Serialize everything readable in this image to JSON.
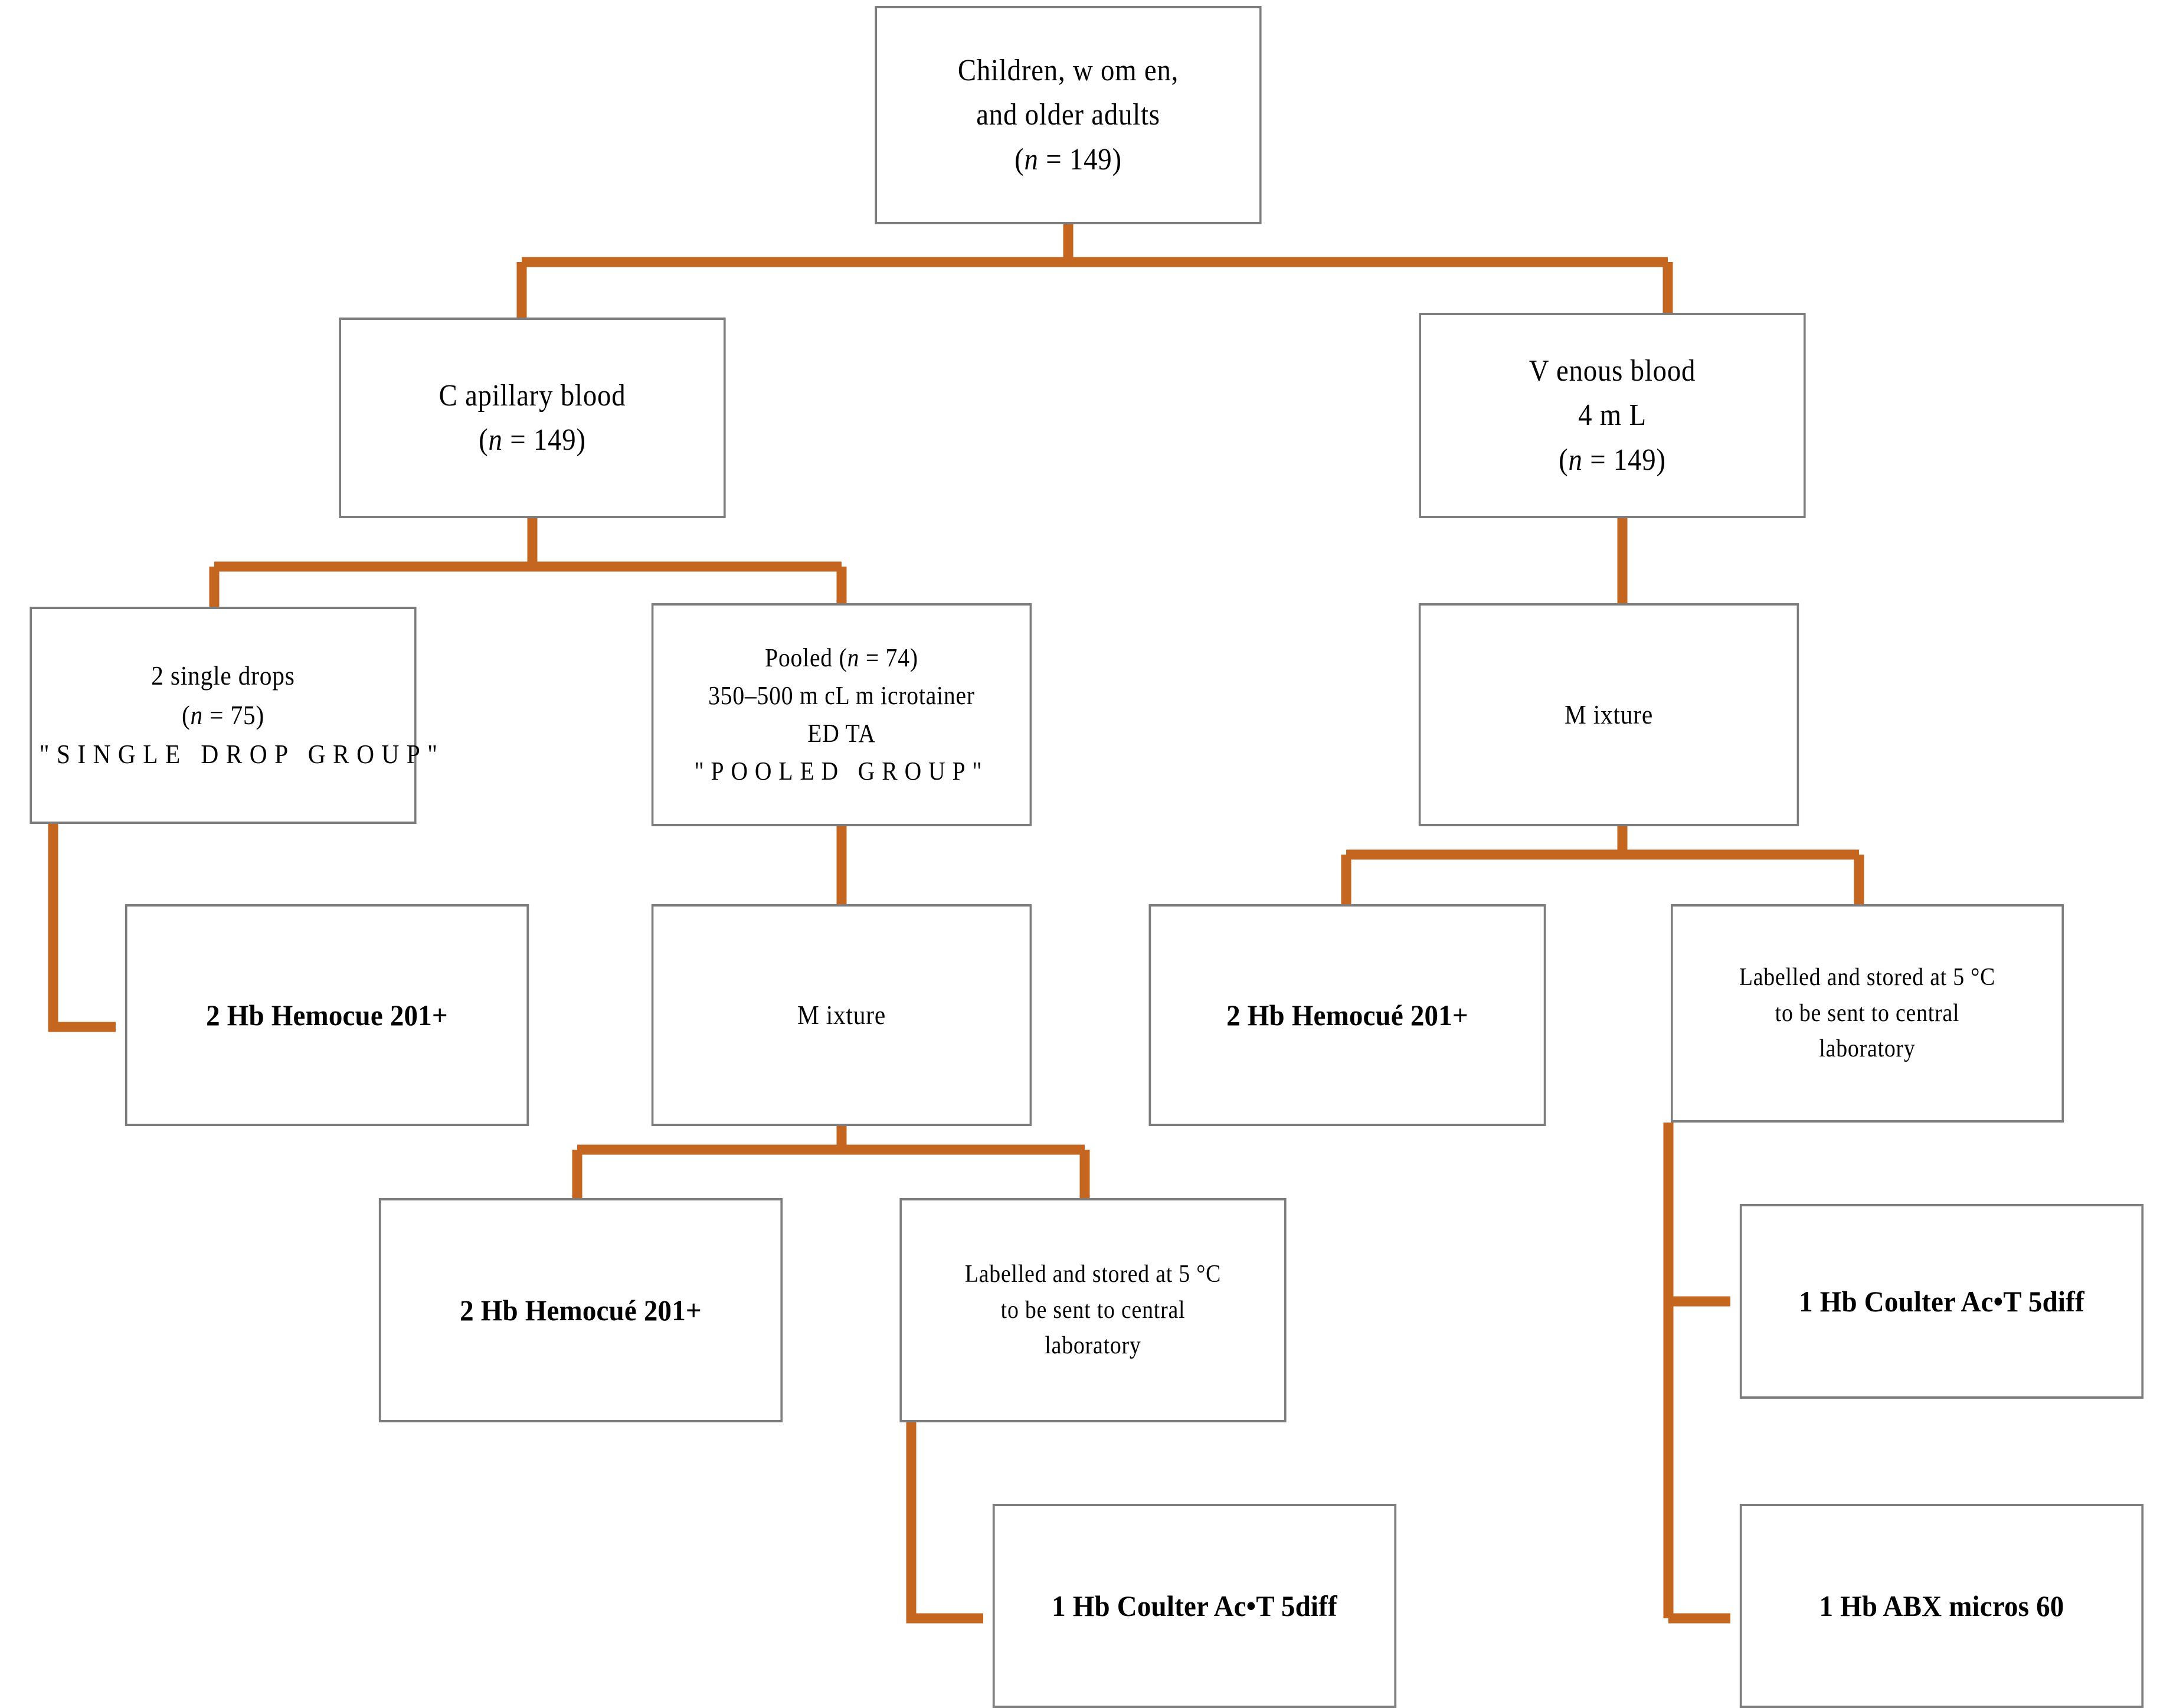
{
  "figure": {
    "type": "flowchart",
    "title": "Blood sampling and haemoglobin measurement flow diagram",
    "connector_color": "#C4661F",
    "box_border_color": "#7D7D7D",
    "background": "#FFFFFF"
  },
  "nodes": {
    "root": {
      "id": "children-women-older-adults",
      "lines": [
        "Children, w om en,",
        "and older adults",
        "(n = 149)"
      ],
      "l1": "Children, w om en,",
      "l2": "and older adults",
      "l3a": "(",
      "l3b": "n",
      "l3c": " = 149)"
    },
    "capillary": {
      "id": "capillary-blood",
      "l1": "C apillary blood",
      "l2a": "(",
      "l2b": "n",
      "l2c": " = 149)"
    },
    "venous": {
      "id": "venous-blood",
      "l1": "V enous blood",
      "l2": "4 m L",
      "l3a": "(",
      "l3b": "n",
      "l3c": " = 149)"
    },
    "single_drops": {
      "id": "two-single-drops",
      "l1": "2 single drops",
      "l2a": "(",
      "l2b": "n",
      "l2c": " = 75)",
      "l3": "\"SINGLE DROP GROUP\""
    },
    "pooled": {
      "id": "pooled-group",
      "l1a": "Pooled  (",
      "l1b": "n",
      "l1c": " = 74)",
      "l2": "350–500 m cL m icrotainer",
      "l3": "ED TA",
      "l4": "\"POOLED GROUP\""
    },
    "venous_mixture": {
      "id": "venous-mixture",
      "l1": "M ixture"
    },
    "cap_hemocue": {
      "id": "capillary-single-drop-hemocue",
      "l1": "2  Hb Hemocue 201+"
    },
    "pooled_mixture": {
      "id": "pooled-mixture",
      "l1": "M ixture"
    },
    "venous_hemocue": {
      "id": "venous-hemocue",
      "l1": "2  Hb Hemocué 201+"
    },
    "venous_labelled": {
      "id": "venous-labelled-stored",
      "l1": "Labelled and stored at 5 °C",
      "l2": "to be sent to central",
      "l3": "laboratory"
    },
    "pooled_hemocue": {
      "id": "pooled-hemocue",
      "l1": "2 Hb Hemocué 201+"
    },
    "pooled_labelled": {
      "id": "pooled-labelled-stored",
      "l1": "Labelled and stored at 5 °C",
      "l2": "to be sent to central",
      "l3": "laboratory"
    },
    "venous_coulter": {
      "id": "venous-coulter-act-5diff",
      "l1": "1 Hb Coulter Ac•T 5diff"
    },
    "pooled_coulter": {
      "id": "pooled-coulter-act-5diff",
      "l1": "1 Hb Coulter Ac•T 5diff"
    },
    "venous_abx": {
      "id": "venous-abx-micros-60",
      "l1": "1 Hb ABX micros 60"
    }
  }
}
